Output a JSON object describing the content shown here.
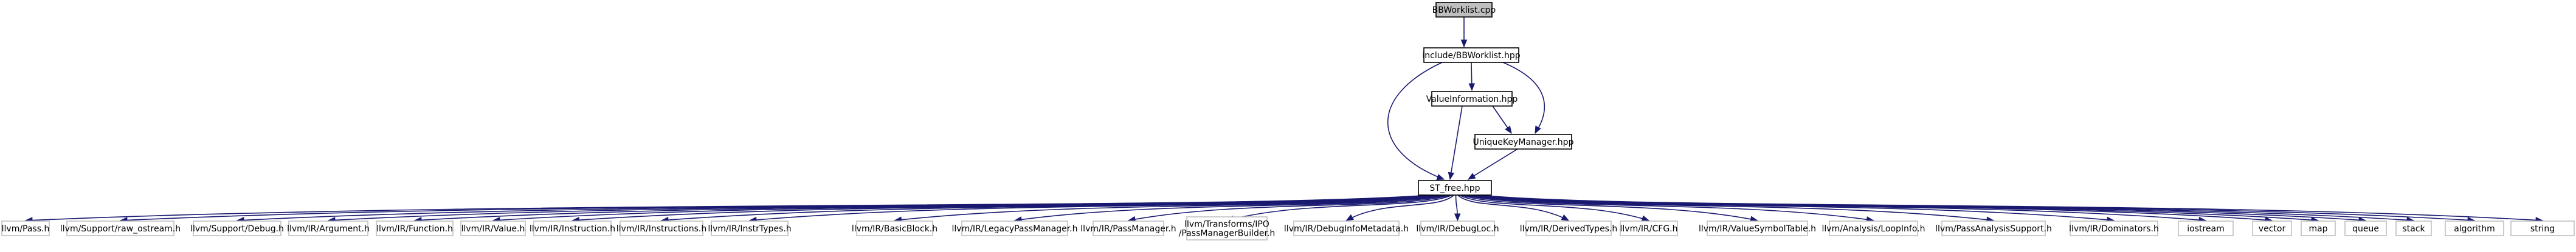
{
  "graph": {
    "root": "BBWorklist.cpp",
    "include_1": "include/BBWorklist.hpp",
    "include_2": "ValueInformation.hpp",
    "include_3": "UniqueKeyManager.hpp",
    "hub": "ST_free.hpp",
    "leaves": [
      "llvm/Pass.h",
      "llvm/Support/raw_ostream.h",
      "llvm/Support/Debug.h",
      "llvm/IR/Argument.h",
      "llvm/IR/Function.h",
      "llvm/IR/Value.h",
      "llvm/IR/Instruction.h",
      "llvm/IR/Instructions.h",
      "llvm/IR/InstrTypes.h",
      "llvm/IR/BasicBlock.h",
      "llvm/IR/LegacyPassManager.h",
      "llvm/IR/PassManager.h",
      "llvm/Transforms/IPO/PassManagerBuilder.h",
      "llvm/IR/DebugInfoMetadata.h",
      "llvm/IR/DebugLoc.h",
      "llvm/IR/DerivedTypes.h",
      "llvm/IR/CFG.h",
      "llvm/IR/ValueSymbolTable.h",
      "llvm/Analysis/LoopInfo.h",
      "llvm/PassAnalysisSupport.h",
      "llvm/IR/Dominators.h",
      "iostream",
      "vector",
      "map",
      "queue",
      "stack",
      "algorithm",
      "string"
    ]
  }
}
